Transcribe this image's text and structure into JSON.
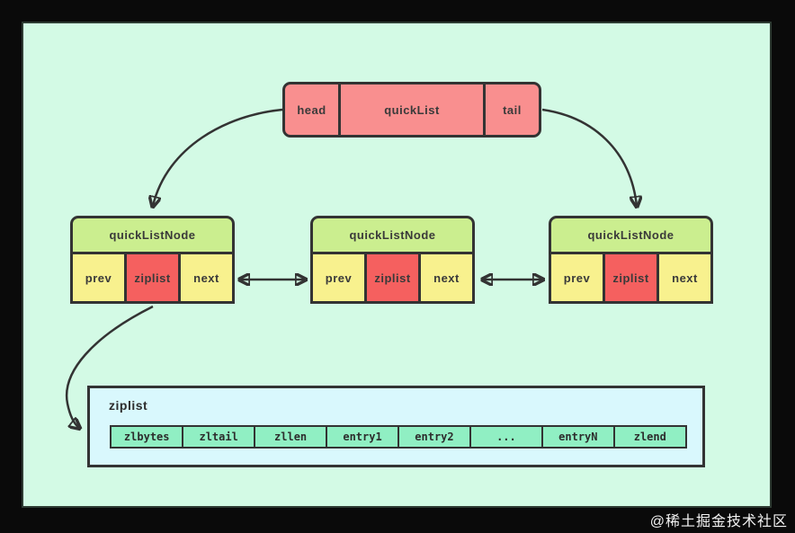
{
  "colors": {
    "background": "#d3fae5",
    "stroke": "#333333",
    "quicklist_fill": "#f98f8f",
    "node_header_fill": "#cbee8f",
    "node_cell_fill": "#f8f18e",
    "ziplist_cell_fill": "#f5605f",
    "ziplist_box_fill": "#d9f8fd",
    "ziplist_entry_fill": "#90efc3"
  },
  "quicklist": {
    "head": "head",
    "title": "quickList",
    "tail": "tail"
  },
  "nodes": [
    {
      "title": "quickListNode",
      "cells": [
        "prev",
        "ziplist",
        "next"
      ]
    },
    {
      "title": "quickListNode",
      "cells": [
        "prev",
        "ziplist",
        "next"
      ]
    },
    {
      "title": "quickListNode",
      "cells": [
        "prev",
        "ziplist",
        "next"
      ]
    }
  ],
  "ziplist": {
    "label": "ziplist",
    "cells": [
      "zlbytes",
      "zltail",
      "zllen",
      "entry1",
      "entry2",
      "...",
      "entryN",
      "zlend"
    ]
  },
  "watermark": "@稀土掘金技术社区"
}
